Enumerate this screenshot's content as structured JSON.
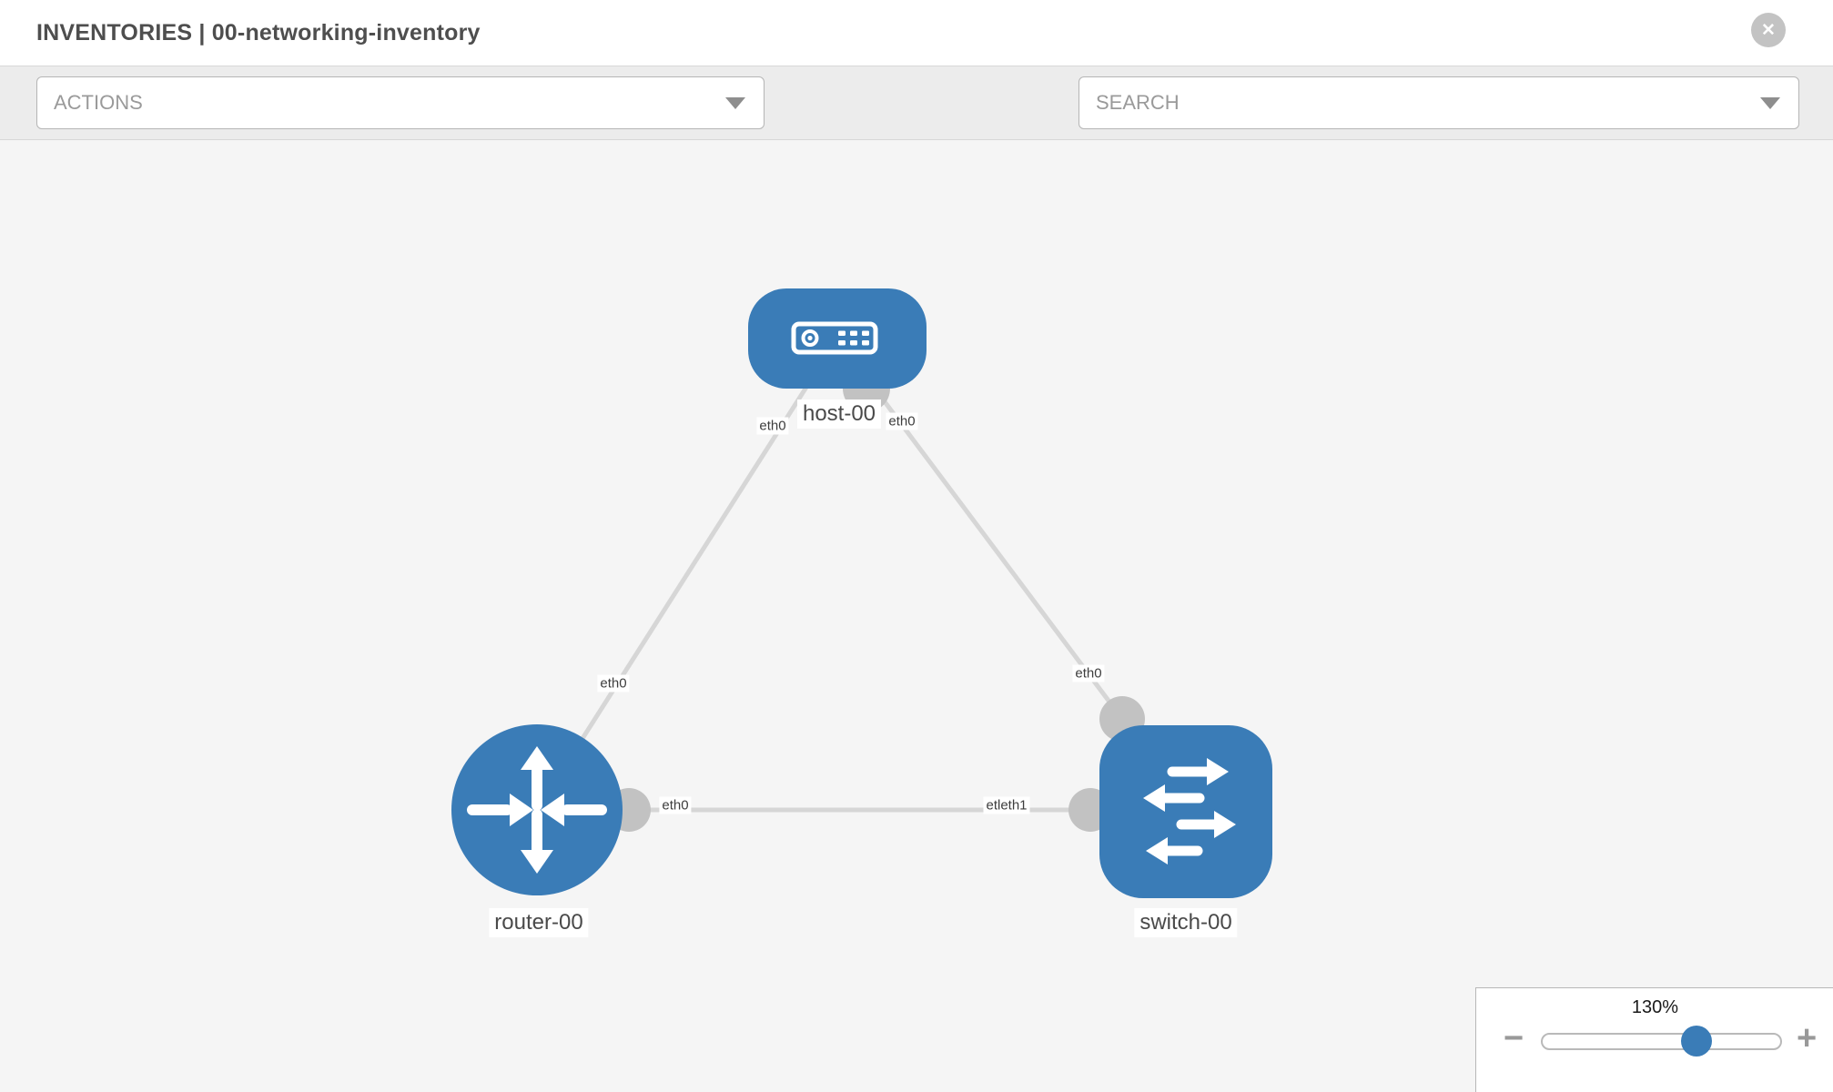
{
  "header": {
    "title": "INVENTORIES | 00-networking-inventory"
  },
  "close_icon": "✕",
  "toolbar": {
    "actions": "ACTIONS",
    "search": "SEARCH",
    "icons": [
      "wrench-icon",
      "key-icon",
      "chevron-down-icon"
    ]
  },
  "colors": {
    "node_blue": "#3a7cb7",
    "link_gray": "#d6d6d6",
    "bubble_gray": "#c2c2c2",
    "toolbar_bg": "#ececec",
    "canvas_bg": "#f5f5f5"
  },
  "nodes": {
    "host": "host-00",
    "router": "router-00",
    "switch": "switch-00"
  },
  "interfaces": {
    "host_left": "eth0",
    "host_right": "eth0",
    "diag_left": "eth0",
    "diag_right": "eth0",
    "horiz_left": "eth0",
    "horiz_right": "etleth1"
  },
  "zoom": {
    "level": "130%",
    "minus": "−",
    "plus": "+"
  }
}
